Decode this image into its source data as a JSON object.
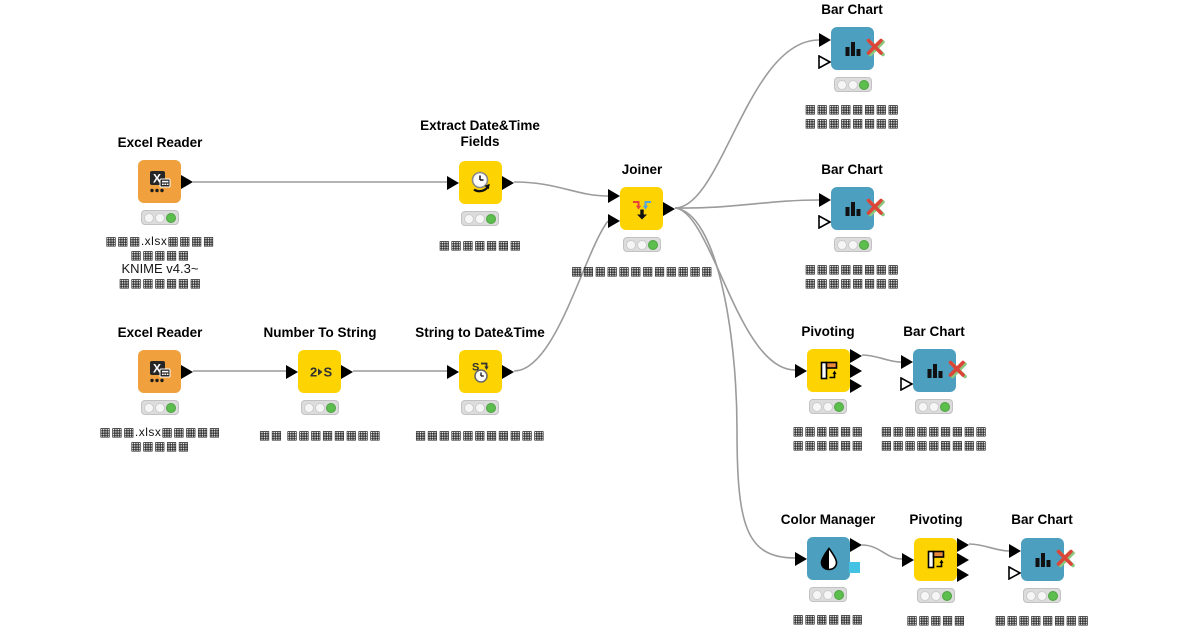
{
  "workflow": {
    "nodes": [
      {
        "id": "excel-reader-1",
        "title": "Excel Reader",
        "status_light": "green",
        "annotation": [
          "▦▦▦.xlsx▦▦▦▦",
          "▦▦▦▦▦",
          "KNIME v4.3~",
          "▦▦▦▦▦▦▦"
        ]
      },
      {
        "id": "extract-datetime-fields",
        "title": "Extract Date&Time Fields",
        "status_light": "green",
        "annotation": [
          "▦▦▦▦▦▦▦"
        ]
      },
      {
        "id": "joiner",
        "title": "Joiner",
        "status_light": "green",
        "annotation": [
          "▦▦▦▦▦▦▦▦▦▦▦▦"
        ]
      },
      {
        "id": "bar-chart-1",
        "title": "Bar Chart",
        "status_light": "green",
        "annotation": [
          "▦▦▦▦▦▦▦▦",
          "▦▦▦▦▦▦▦▦"
        ]
      },
      {
        "id": "bar-chart-2",
        "title": "Bar Chart",
        "status_light": "green",
        "annotation": [
          "▦▦▦▦▦▦▦▦",
          "▦▦▦▦▦▦▦▦"
        ]
      },
      {
        "id": "pivoting-1",
        "title": "Pivoting",
        "status_light": "green",
        "annotation": [
          "▦▦▦▦▦▦",
          "▦▦▦▦▦▦"
        ]
      },
      {
        "id": "bar-chart-3",
        "title": "Bar Chart",
        "status_light": "green",
        "annotation": [
          "▦▦▦▦▦▦▦▦▦",
          "▦▦▦▦▦▦▦▦▦"
        ]
      },
      {
        "id": "excel-reader-2",
        "title": "Excel Reader",
        "status_light": "green",
        "annotation": [
          "▦▦▦.xlsx▦▦▦▦▦",
          "▦▦▦▦▦"
        ]
      },
      {
        "id": "number-to-string",
        "title": "Number To String",
        "status_light": "green",
        "annotation": [
          "▦▦ ▦▦▦▦▦▦▦▦"
        ]
      },
      {
        "id": "string-to-datetime",
        "title": "String to Date&Time",
        "status_light": "green",
        "annotation": [
          "▦▦▦▦▦▦▦▦▦▦▦"
        ]
      },
      {
        "id": "color-manager",
        "title": "Color Manager",
        "status_light": "green",
        "annotation": [
          "▦▦▦▦▦▦"
        ]
      },
      {
        "id": "pivoting-2",
        "title": "Pivoting",
        "status_light": "green",
        "annotation": [
          "▦▦▦▦▦"
        ]
      },
      {
        "id": "bar-chart-4",
        "title": "Bar Chart",
        "status_light": "green",
        "annotation": [
          "▦▦▦▦▦▦▦▦"
        ]
      }
    ],
    "connections": [
      {
        "from": "excel-reader-1",
        "to": "extract-datetime-fields"
      },
      {
        "from": "extract-datetime-fields",
        "to": "joiner"
      },
      {
        "from": "string-to-datetime",
        "to": "joiner"
      },
      {
        "from": "excel-reader-2",
        "to": "number-to-string"
      },
      {
        "from": "number-to-string",
        "to": "string-to-datetime"
      },
      {
        "from": "joiner",
        "to": "bar-chart-1"
      },
      {
        "from": "joiner",
        "to": "bar-chart-2"
      },
      {
        "from": "joiner",
        "to": "pivoting-1"
      },
      {
        "from": "joiner",
        "to": "color-manager"
      },
      {
        "from": "pivoting-1",
        "to": "bar-chart-3"
      },
      {
        "from": "color-manager",
        "to": "pivoting-2"
      },
      {
        "from": "pivoting-2",
        "to": "bar-chart-4"
      }
    ],
    "colors": {
      "node_orange": "#F0A03C",
      "node_yellow": "#FDD402",
      "node_teal": "#4C9FBE",
      "status_green": "#5CBE4D",
      "wire_gray": "#9B9B9B",
      "port_black": "#000000",
      "color_port_cyan": "#44C2E4",
      "disabled_x_red": "#DC4639",
      "disabled_x_green": "#8CC97E"
    }
  }
}
